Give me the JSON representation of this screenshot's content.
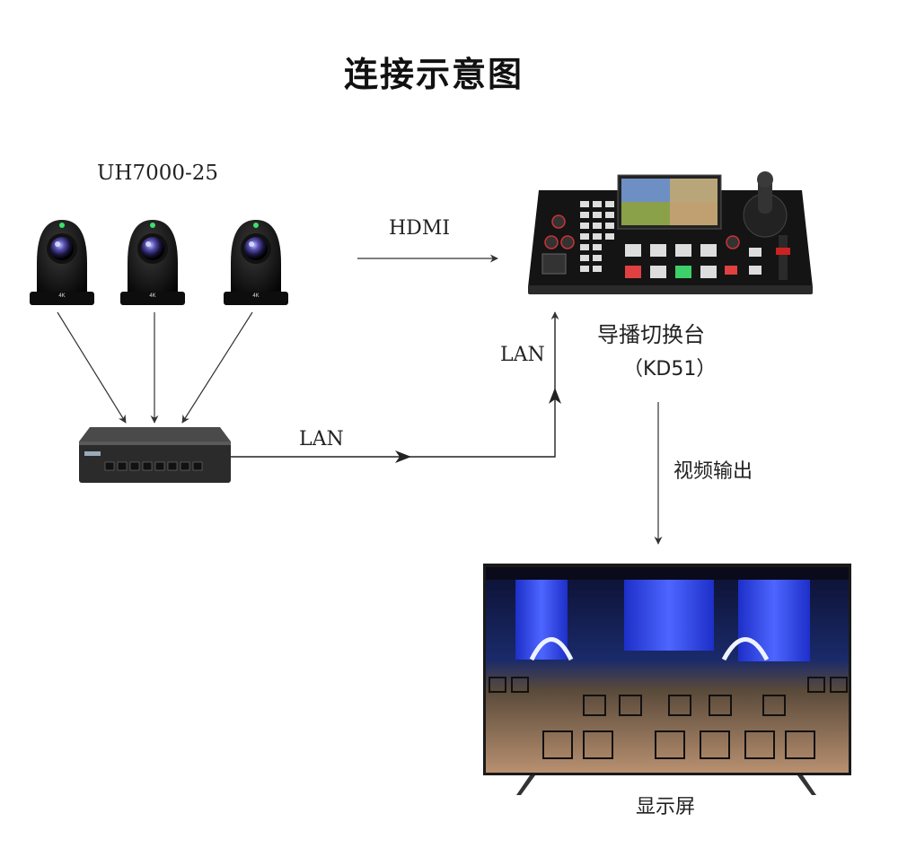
{
  "diagram": {
    "title": "连接示意图",
    "camera_model": "UH7000-25",
    "switch_label": "",
    "hdmi_label": "HDMI",
    "lan_label_1": "LAN",
    "lan_label_2": "LAN",
    "switcher": {
      "name": "导播切换台",
      "model": "（KD51）"
    },
    "video_output_label": "视频输出",
    "display_label": "显示屏"
  }
}
